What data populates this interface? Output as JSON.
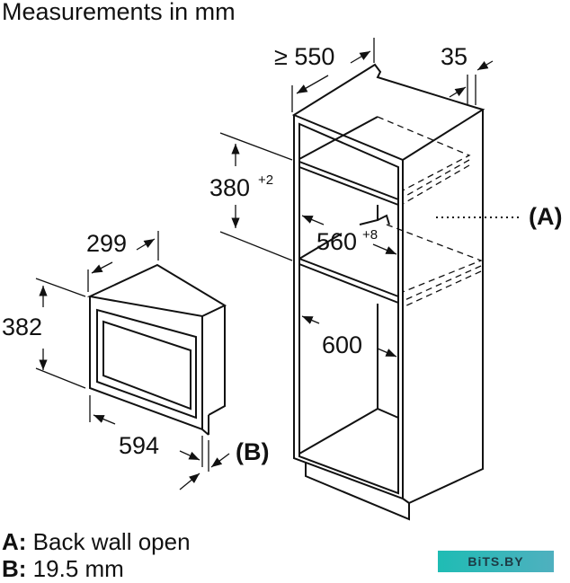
{
  "title": "Measurements in mm",
  "dimensions": {
    "cabinet_depth": "≥ 550",
    "cabinet_offset": "35",
    "niche_height": "380",
    "niche_height_tol": "+2",
    "niche_width": "560",
    "niche_width_tol": "+8",
    "cabinet_width": "600",
    "appliance_depth": "299",
    "appliance_height": "382",
    "appliance_width": "594",
    "marker_a": "(A)",
    "marker_b": "(B)"
  },
  "legend": [
    {
      "key": "A:",
      "text": "Back wall open"
    },
    {
      "key": "B:",
      "text": "19.5 mm"
    }
  ],
  "watermark": "BiTS.BY"
}
